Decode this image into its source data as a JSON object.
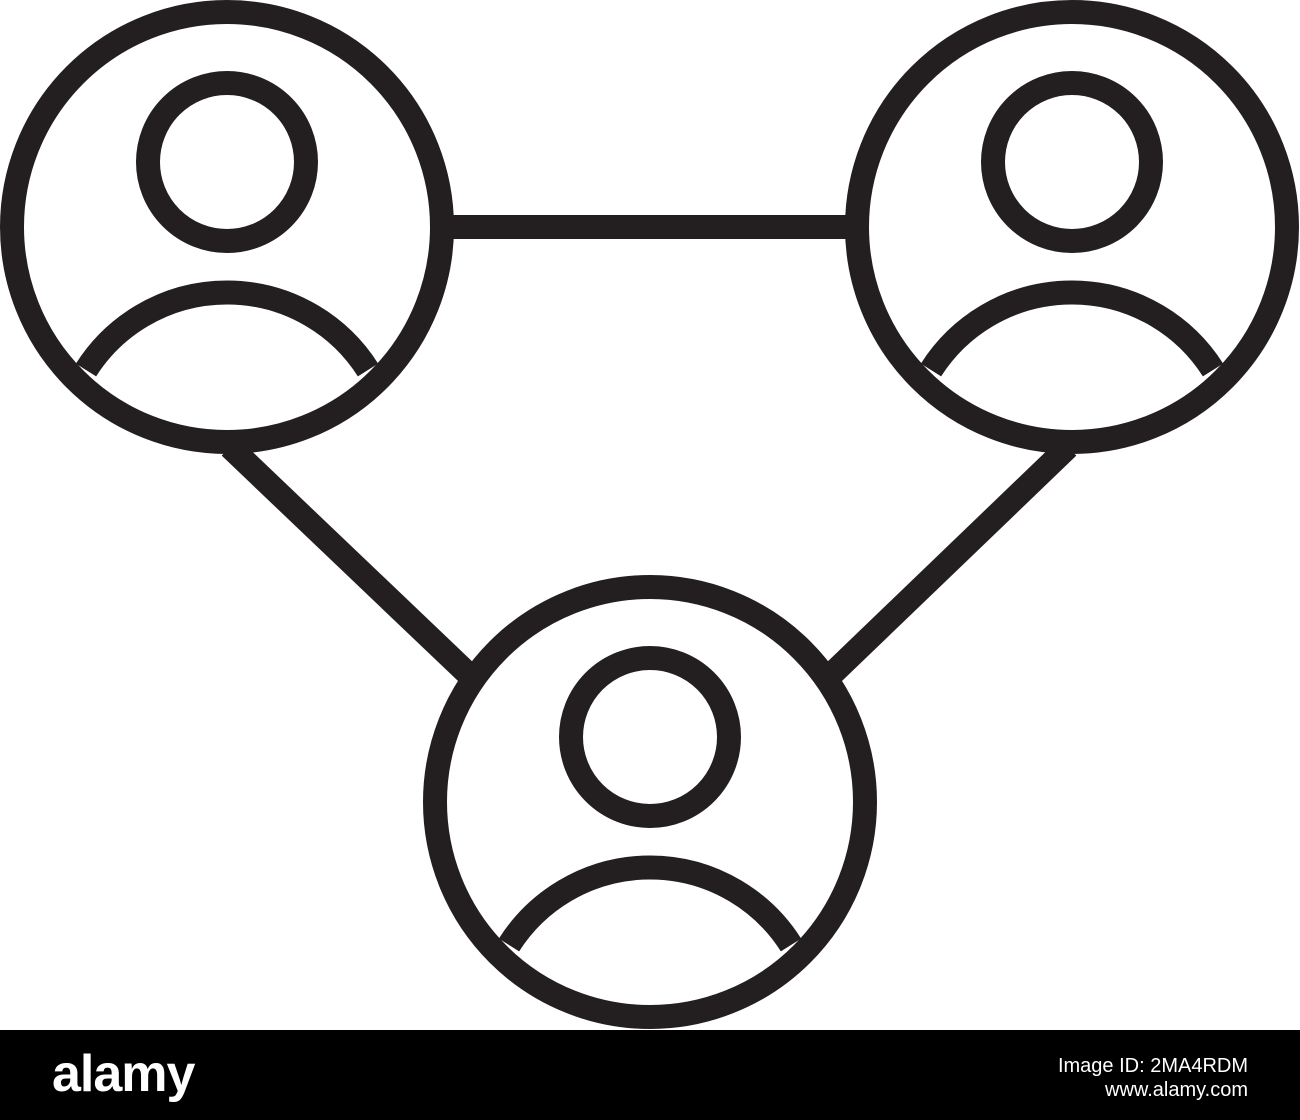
{
  "illustration": {
    "stroke_color": "#231f20",
    "background_color": "#ffffff",
    "nodes": [
      {
        "name": "user-node-top-left",
        "icon": "user-avatar-icon"
      },
      {
        "name": "user-node-top-right",
        "icon": "user-avatar-icon"
      },
      {
        "name": "user-node-bottom",
        "icon": "user-avatar-icon"
      }
    ],
    "connections": [
      {
        "from": "user-node-top-left",
        "to": "user-node-top-right"
      },
      {
        "from": "user-node-top-left",
        "to": "user-node-bottom"
      },
      {
        "from": "user-node-top-right",
        "to": "user-node-bottom"
      }
    ]
  },
  "watermark": {
    "brand": "alamy",
    "line1": "Image ID: 2MA4RDM",
    "line2": "www.alamy.com",
    "bar_color": "#000000",
    "text_color": "#ffffff"
  }
}
